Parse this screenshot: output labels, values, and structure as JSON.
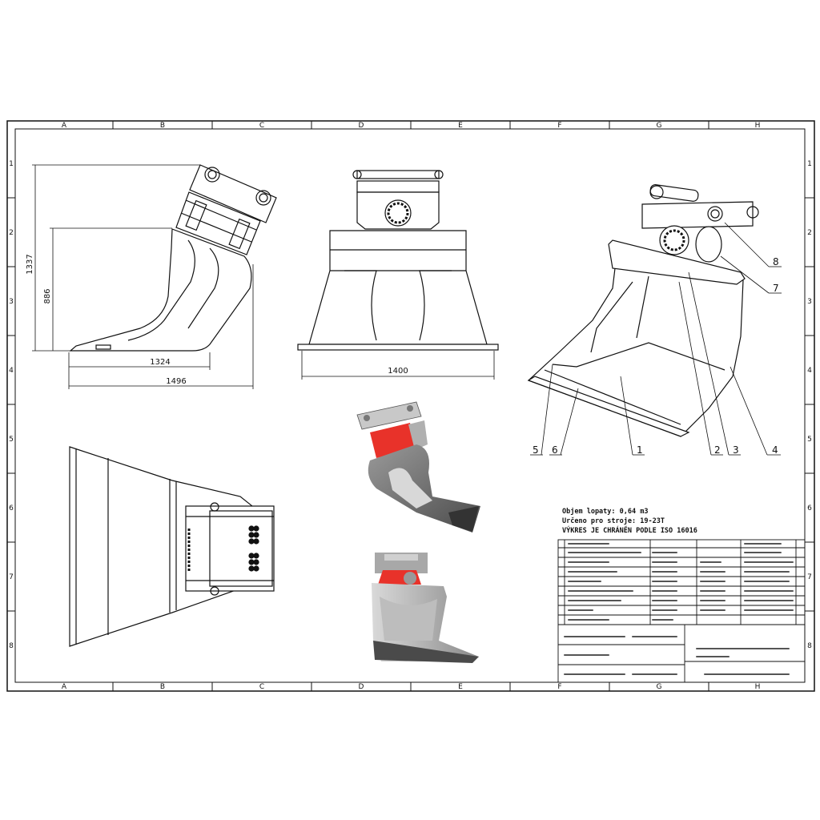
{
  "sheet": {
    "column_labels": [
      "A",
      "B",
      "C",
      "D",
      "E",
      "F",
      "G",
      "H"
    ],
    "row_labels": [
      "1",
      "2",
      "3",
      "4",
      "5",
      "6",
      "7",
      "8"
    ]
  },
  "dimensions": {
    "overall_height": "1337",
    "inner_height": "886",
    "base_length": "1324",
    "overall_length": "1496",
    "width": "1400"
  },
  "balloons": [
    "1",
    "2",
    "3",
    "4",
    "5",
    "6",
    "7",
    "8"
  ],
  "notes": {
    "volume": "Objem lopaty: 0,64 m3",
    "machine": "Určeno pro stroje: 19-23T",
    "copyright": "VÝKRES JE CHRÁNĚN PODLE ISO 16016"
  },
  "colors": {
    "line": "#111111",
    "render_gray": "#7d7d7d",
    "render_light": "#c8c8c8",
    "rotator_red": "#e8322a"
  }
}
